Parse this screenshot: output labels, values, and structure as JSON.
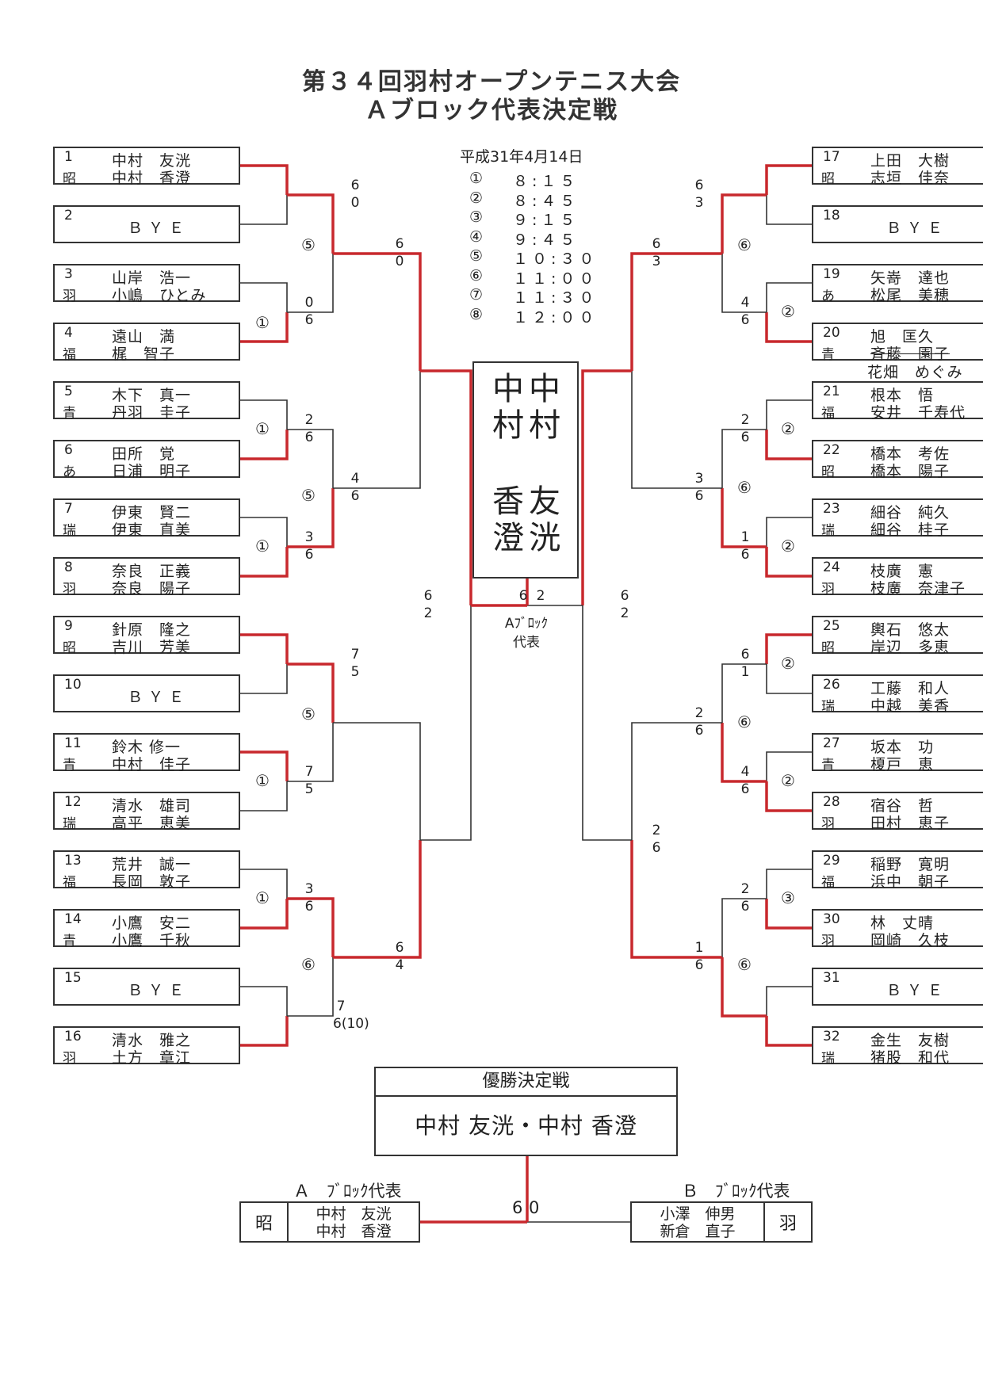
{
  "title": {
    "line1": "第３４回羽村オープンテニス大会",
    "line2": "Ａブロック代表決定戦"
  },
  "schedule": {
    "date": "平成31年4月14日",
    "rounds": [
      {
        "num": "①",
        "time": "８:１５"
      },
      {
        "num": "②",
        "time": "８:４５"
      },
      {
        "num": "③",
        "time": "９:１５"
      },
      {
        "num": "④",
        "time": "９:４５"
      },
      {
        "num": "⑤",
        "time": "１０:３０"
      },
      {
        "num": "⑥",
        "time": "１１:００"
      },
      {
        "num": "⑦",
        "time": "１１:３０"
      },
      {
        "num": "⑧",
        "time": "１２:００"
      }
    ]
  },
  "entries": [
    {
      "seed": "1",
      "club": "昭",
      "p1": "中村　友洸",
      "p2": "中村　香澄"
    },
    {
      "seed": "2",
      "bye": "ＢＹＥ"
    },
    {
      "seed": "3",
      "club": "羽",
      "p1": "山岸　浩一",
      "p2": "小嶋　ひとみ"
    },
    {
      "seed": "4",
      "club": "福",
      "p1": "遠山　満",
      "p2": "梶　智子"
    },
    {
      "seed": "5",
      "club": "青",
      "p1": "木下　真一",
      "p2": "丹羽　圭子"
    },
    {
      "seed": "6",
      "club": "あ",
      "p1": "田所　覚",
      "p2": "日浦　明子"
    },
    {
      "seed": "7",
      "club": "瑞",
      "p1": "伊東　賢二",
      "p2": "伊東　直美"
    },
    {
      "seed": "8",
      "club": "羽",
      "p1": "奈良　正義",
      "p2": "奈良　陽子"
    },
    {
      "seed": "9",
      "club": "昭",
      "p1": "針原　隆之",
      "p2": "吉川　芳美"
    },
    {
      "seed": "10",
      "bye": "ＢＹＥ"
    },
    {
      "seed": "11",
      "club": "青",
      "p1": "鈴木 修一",
      "p2": "中村　佳子"
    },
    {
      "seed": "12",
      "club": "瑞",
      "p1": "清水　雄司",
      "p2": "高平　恵美"
    },
    {
      "seed": "13",
      "club": "福",
      "p1": "荒井　誠一",
      "p2": "長岡　敦子"
    },
    {
      "seed": "14",
      "club": "青",
      "p1": "小鷹　安二",
      "p2": "小鷹　千秋"
    },
    {
      "seed": "15",
      "bye": "ＢＹＥ"
    },
    {
      "seed": "16",
      "club": "羽",
      "p1": "清水　雅之",
      "p2": "土方　章江"
    },
    {
      "seed": "17",
      "club": "昭",
      "p1": "上田　大樹",
      "p2": "志垣　佳奈"
    },
    {
      "seed": "18",
      "bye": "ＢＹＥ"
    },
    {
      "seed": "19",
      "club": "あ",
      "p1": "矢嵜　達也",
      "p2": "松尾　美穂"
    },
    {
      "seed": "20",
      "club": "青",
      "p1": "旭　匡久",
      "p2": "斉藤　園子",
      "p2_struck": true,
      "p2_replacement": "花畑　めぐみ"
    },
    {
      "seed": "21",
      "club": "福",
      "p1": "根本　悟",
      "p2": "安井　千寿代"
    },
    {
      "seed": "22",
      "club": "昭",
      "p1": "橋本　考佐",
      "p2": "橋本　陽子"
    },
    {
      "seed": "23",
      "club": "瑞",
      "p1": "細谷　純久",
      "p2": "細谷　桂子"
    },
    {
      "seed": "24",
      "club": "羽",
      "p1": "枝廣　憲",
      "p2": "枝廣　奈津子"
    },
    {
      "seed": "25",
      "club": "昭",
      "p1": "輿石　悠太",
      "p2": "岸辺　多恵"
    },
    {
      "seed": "26",
      "club": "瑞",
      "p1": "工藤　和人",
      "p2": "中越　美香"
    },
    {
      "seed": "27",
      "club": "青",
      "p1": "坂本　功",
      "p2": "榎戸　恵"
    },
    {
      "seed": "28",
      "club": "羽",
      "p1": "宿谷　哲",
      "p2": "田村　恵子"
    },
    {
      "seed": "29",
      "club": "福",
      "p1": "稲野　寛明",
      "p2": "浜中　朝子"
    },
    {
      "seed": "30",
      "club": "羽",
      "p1": "林　丈晴",
      "p2": "岡崎　久枝"
    },
    {
      "seed": "31",
      "bye": "ＢＹＥ"
    },
    {
      "seed": "32",
      "club": "瑞",
      "p1": "金生　友樹",
      "p2": "猪股　和代"
    }
  ],
  "round_marks": {
    "left": [
      "⑤",
      "①",
      "①",
      "⑤",
      "①",
      "⑤",
      "①",
      "①",
      "⑥"
    ],
    "right": [
      "⑥",
      "②",
      "②",
      "⑥",
      "②",
      "②",
      "⑥",
      "②",
      "③",
      "⑥"
    ]
  },
  "scores": {
    "l_r2_a": [
      "6",
      "0"
    ],
    "l_r1_b": [
      "0",
      "6"
    ],
    "l_r1_c": [
      "2",
      "6"
    ],
    "l_r2_b": [
      "4",
      "6"
    ],
    "l_r1_d": [
      "3",
      "6"
    ],
    "l_r3_a": [
      "6",
      "0"
    ],
    "l_r2_c": [
      "7",
      "5"
    ],
    "l_r1_f": [
      "7",
      "5"
    ],
    "l_r1_g": [
      "3",
      "6"
    ],
    "l_r2_d": [
      "7",
      "6(10)"
    ],
    "l_r3_b": [
      "6",
      "4"
    ],
    "l_sf": [
      "6",
      "2"
    ],
    "r_r2_a": [
      "6",
      "3"
    ],
    "r_r1_b": [
      "4",
      "6"
    ],
    "r_r1_c": [
      "2",
      "6"
    ],
    "r_r2_b": [
      "3",
      "6"
    ],
    "r_r1_d": [
      "1",
      "6"
    ],
    "r_r3_a": [
      "6",
      "3"
    ],
    "r_r1_e": [
      "6",
      "1"
    ],
    "r_r2_c": [
      "2",
      "6"
    ],
    "r_r1_f": [
      "4",
      "6"
    ],
    "r_r1_g": [
      "2",
      "6"
    ],
    "r_r2_d": [
      "1",
      "6"
    ],
    "r_r3_b": [
      "2",
      "6"
    ],
    "r_sf": [
      "6",
      "2"
    ],
    "final": [
      "6",
      "2"
    ]
  },
  "winner": {
    "col1": [
      "中",
      "村",
      "香",
      "澄"
    ],
    "col2": [
      "中",
      "村",
      "友",
      "洸"
    ]
  },
  "block_rep_label": {
    "line1": "Aﾌﾞﾛｯｸ",
    "line2": "代表"
  },
  "championship": {
    "header": "優勝決定戦",
    "winner_name": "中村 友洸・中村 香澄",
    "a_label": "Ａ　ﾌﾞﾛｯｸ代表",
    "b_label": "Ｂ　ﾌﾞﾛｯｸ代表",
    "a_club": "昭",
    "a_p1": "中村　友洸",
    "a_p2": "中村　香澄",
    "b_club": "羽",
    "b_p1": "小澤　伸男",
    "b_p2": "新倉　直子",
    "score_a": "6",
    "score_b": "0"
  },
  "colors": {
    "win_line": "#c8282d",
    "line": "#333333"
  }
}
